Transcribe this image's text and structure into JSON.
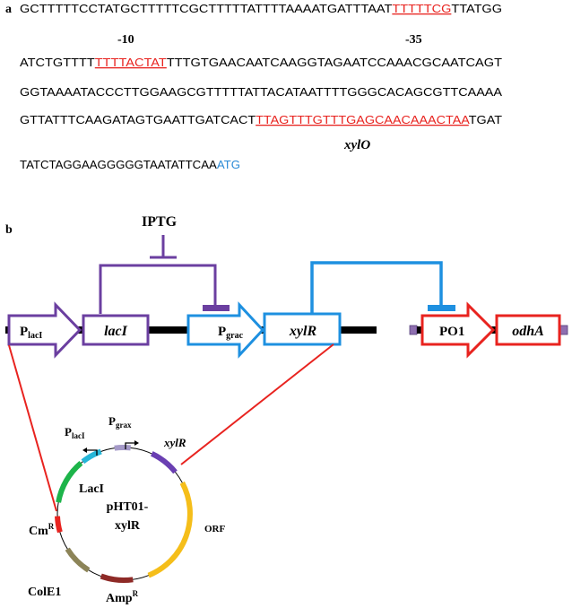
{
  "panel_a": {
    "label": "a",
    "lines": [
      [
        {
          "t": "GCTTTTTCCTATGCTTTTTCGCTTTTTATTTTAAAATGATTTAAT",
          "c": "black"
        },
        {
          "t": "TTTTTCG",
          "c": "red"
        },
        {
          "t": "TTATGG",
          "c": "black"
        }
      ],
      [
        {
          "t": "ATCTGTTTT",
          "c": "black"
        },
        {
          "t": "TTTTACTAT",
          "c": "red"
        },
        {
          "t": "TTTGTGAACAATCAAGGTAGAATCCAAACGCAATCAGT",
          "c": "black"
        }
      ],
      [
        {
          "t": "GGTAAAATACCCTTGGAAGCGTTTTTATTACATAATTTTGGGCACAGCGTTCAAAA",
          "c": "black"
        }
      ],
      [
        {
          "t": "GTTATTTCAAGATAGTGAATTGATCACT",
          "c": "black"
        },
        {
          "t": "TTAGTTTGTTTGAGCAACAAACTAA",
          "c": "red"
        },
        {
          "t": "TGAT",
          "c": "black"
        }
      ],
      [
        {
          "t": "TATCTAGGAAGGGGGTAATATTCAA",
          "c": "black"
        },
        {
          "t": "ATG",
          "c": "blue"
        }
      ]
    ],
    "minus10": "-10",
    "minus35": "-35",
    "operator": "xylO"
  },
  "panel_b": {
    "label": "b",
    "inducer": "IPTG",
    "plac_main": "P",
    "plac_sub": "lacI",
    "laci": "lacI",
    "pgrac_main": "P",
    "pgrac_sub": "grac",
    "xylr": "xylR",
    "po1": "PO1",
    "odha": "odhA",
    "colors": {
      "purple": "#6b3fa0",
      "blue": "#1e90e0",
      "red": "#e8231f",
      "backbone": "#000000"
    }
  },
  "plasmid": {
    "name_line1": "pHT01-",
    "name_line2": "xylR",
    "plac_main": "P",
    "plac_sub": "lacI",
    "pgrax_main": "P",
    "pgrax_sub": "grax",
    "xylr": "xylR",
    "orf": "ORF",
    "laci": "LacI",
    "cm_main": "Cm",
    "cm_sup": "R",
    "cole1": "ColE1",
    "amp_main": "Amp",
    "amp_sup": "R",
    "colors": {
      "xylr": "#6a3fb2",
      "orf": "#f5be1a",
      "amp": "#8e2a27",
      "cole1": "#8c8458",
      "cm": "#e8231f",
      "laci": "#1db44a",
      "plac": "#26b6d8",
      "pgrax": "#a59ac8"
    }
  }
}
